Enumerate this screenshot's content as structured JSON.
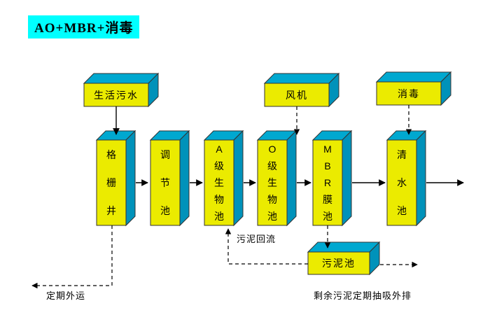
{
  "title": "AO+MBR+消毒",
  "colors": {
    "title_bg": "#00ffff",
    "box_front": "#ebeb00",
    "box_top": "#00a8d0",
    "box_side": "#0092ba"
  },
  "nodes": {
    "sewage": "生活污水",
    "fan": "风机",
    "disinfect": "消毒",
    "grid_well": "格栅井",
    "regulating_tank": "调节池",
    "a_bio_tank": "A级生物池",
    "o_bio_tank": "O级生物池",
    "mbr_tank": "MBR膜池",
    "clear_tank": "清水池",
    "sludge_tank": "污泥池"
  },
  "labels": {
    "sludge_return": "污泥回流",
    "periodic_transport": "定期外运",
    "excess_sludge": "剩余污泥定期抽吸外排"
  }
}
